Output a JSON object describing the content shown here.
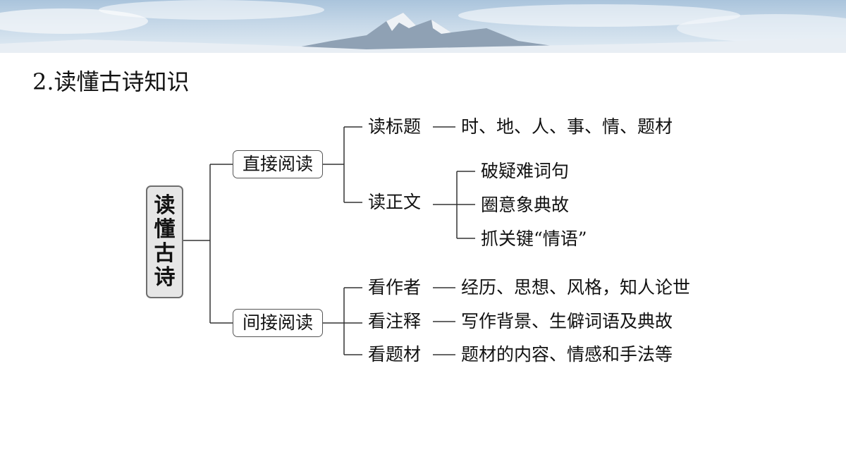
{
  "title": "2.读懂古诗知识",
  "root": {
    "chars": [
      "读",
      "懂",
      "古",
      "诗"
    ]
  },
  "branches": [
    {
      "label": "直接阅读",
      "items": [
        {
          "label": "读标题",
          "detail": "时、地、人、事、情、题材"
        },
        {
          "label": "读正文",
          "children": [
            "破疑难词句",
            "圈意象典故",
            "抓关键“情语”"
          ]
        }
      ]
    },
    {
      "label": "间接阅读",
      "items": [
        {
          "label": "看作者",
          "detail": "经历、思想、风格，知人论世"
        },
        {
          "label": "看注释",
          "detail": "写作背景、生僻词语及典故"
        },
        {
          "label": "看题材",
          "detail": "题材的内容、情感和手法等"
        }
      ]
    }
  ]
}
